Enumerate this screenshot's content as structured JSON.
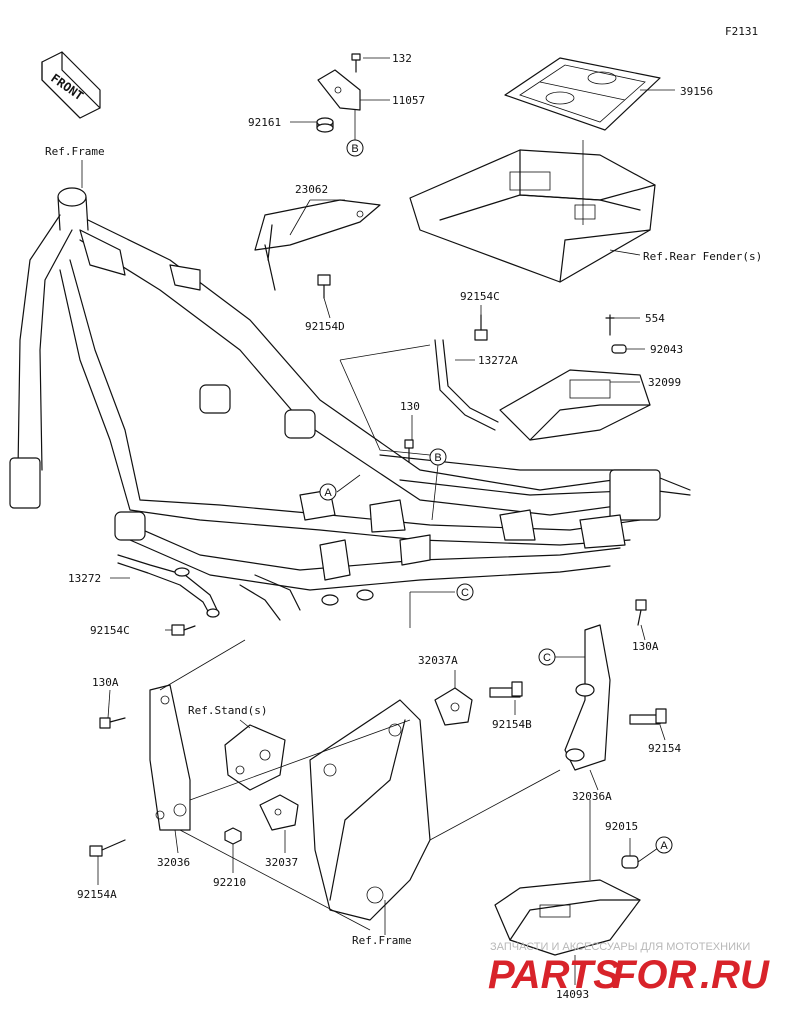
{
  "diagram": {
    "figure_code": "F2131",
    "front_label": "FRONT",
    "part_numbers": {
      "p132": "132",
      "p11057": "11057",
      "p92161": "92161",
      "p39156": "39156",
      "p23062": "23062",
      "p92154D": "92154D",
      "p92154C_top": "92154C",
      "p554": "554",
      "p92043": "92043",
      "p13272A": "13272A",
      "p32099": "32099",
      "p130": "130",
      "p13272": "13272",
      "p92154C_left": "92154C",
      "p130A_right": "130A",
      "p130A_left": "130A",
      "p32037A": "32037A",
      "p92154B": "92154B",
      "p92154": "92154",
      "p32036A": "32036A",
      "p32036": "32036",
      "p32037": "32037",
      "p92210": "92210",
      "p92154A": "92154A",
      "p92015": "92015",
      "p14093": "14093"
    },
    "references": {
      "ref_frame_top": "Ref.Frame",
      "ref_rear_fender": "Ref.Rear Fender(s)",
      "ref_stand": "Ref.Stand(s)",
      "ref_frame_bottom": "Ref.Frame"
    },
    "callouts": {
      "a1": "A",
      "a2": "A",
      "b1": "B",
      "b2": "B",
      "c1": "C",
      "c2": "C"
    },
    "watermark": {
      "tagline": "ЗАПЧАСТИ И АКСЕССУАРЫ ДЛЯ МОТОТЕХНИКИ",
      "logo_part1": "PARTS",
      "logo_part2": "FOR",
      "logo_part3": ".RU"
    },
    "colors": {
      "ink": "#111111",
      "watermark_red": "#d8232a",
      "watermark_grey": "#b8b8b8"
    }
  }
}
